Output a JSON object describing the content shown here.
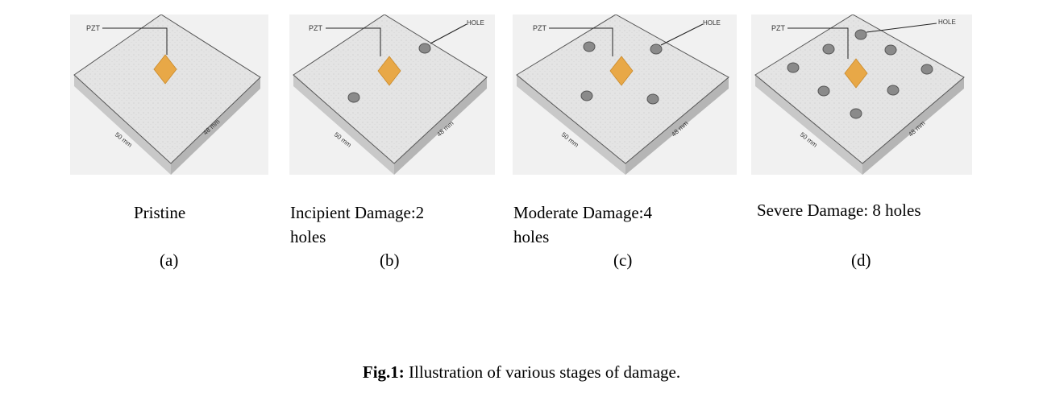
{
  "panels": [
    {
      "id": "a",
      "holes": 0,
      "labels": {
        "pzt": "PZT",
        "hole": "",
        "width": "50 mm",
        "depth": "48 mm"
      },
      "caption": "Pristine",
      "letter": "(a)"
    },
    {
      "id": "b",
      "holes": 2,
      "labels": {
        "pzt": "PZT",
        "hole": "HOLE",
        "width": "50 mm",
        "depth": "48 mm"
      },
      "caption_line1": "Incipient Damage:2",
      "caption_line2": "holes",
      "letter": "(b)"
    },
    {
      "id": "c",
      "holes": 4,
      "labels": {
        "pzt": "PZT",
        "hole": "HOLE",
        "width": "50 mm",
        "depth": "48 mm"
      },
      "caption_line1": "Moderate Damage:4",
      "caption_line2": "holes",
      "letter": "(c)"
    },
    {
      "id": "d",
      "holes": 8,
      "labels": {
        "pzt": "PZT",
        "hole": "HOLE",
        "width": "50 mm",
        "depth": "48 mm"
      },
      "caption": "Severe Damage: 8 holes",
      "letter": "(d)"
    }
  ],
  "figure": {
    "prefix": "Fig.1:",
    "text": " Illustration of various stages of damage."
  },
  "colors": {
    "panel_bg": "#f1f1f1",
    "plate_top": "#e3e3e3",
    "pzt": "#e8a847"
  }
}
